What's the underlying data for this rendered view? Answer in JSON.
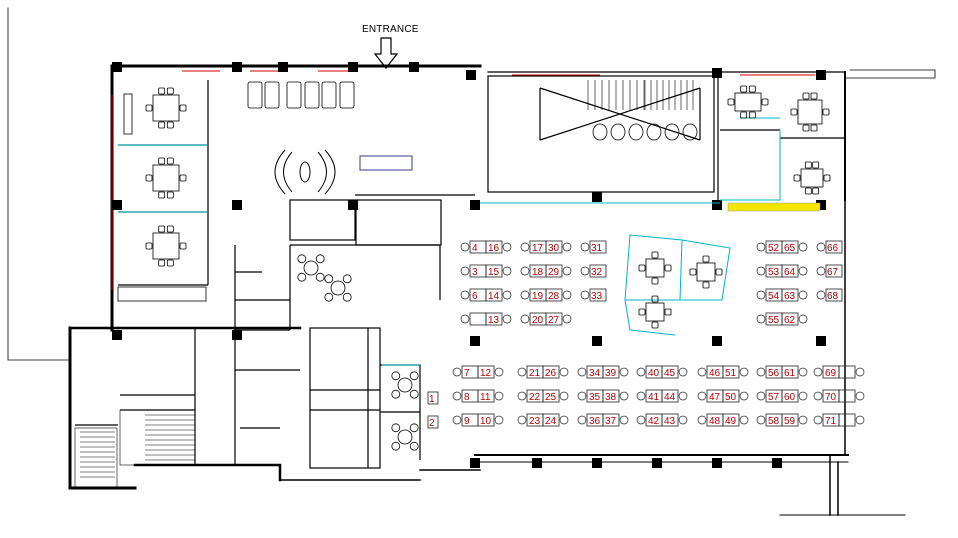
{
  "labels": {
    "entrance": "ENTRANCE"
  },
  "colors": {
    "wall": "#000000",
    "desk_number": "#c00000",
    "partition": "#00b4c8",
    "door_red": "#d00000",
    "threshold": "#f3e600",
    "line": "#222222"
  },
  "desk_groups": {
    "upper_left": [
      {
        "left": "4",
        "right": "16"
      },
      {
        "left": "3",
        "right": "15"
      },
      {
        "left": "6",
        "right": "14"
      },
      {
        "left": "",
        "right": "13"
      }
    ],
    "upper_mid": [
      {
        "left": "17",
        "right": "30"
      },
      {
        "left": "18",
        "right": "29"
      },
      {
        "left": "19",
        "right": "28"
      },
      {
        "left": "20",
        "right": "27"
      }
    ],
    "upper_single": [
      "31",
      "32",
      "33"
    ],
    "upper_right": [
      {
        "left": "52",
        "right": "65"
      },
      {
        "left": "53",
        "right": "64"
      },
      {
        "left": "54",
        "right": "63"
      },
      {
        "left": "55",
        "right": "62"
      }
    ],
    "upper_far_right": [
      "66",
      "67",
      "68"
    ],
    "lower": [
      {
        "left": "7",
        "right": "12",
        "rows": [
          "7|12",
          "8|11",
          "9|10"
        ]
      },
      {
        "left": "21",
        "right": "26",
        "rows": [
          "21|26",
          "22|25",
          "23|24"
        ]
      },
      {
        "left": "34",
        "right": "39",
        "rows": [
          "34|39",
          "35|38",
          "36|37"
        ]
      },
      {
        "left": "40",
        "right": "45",
        "rows": [
          "40|45",
          "41|44",
          "42|43"
        ]
      },
      {
        "left": "46",
        "right": "51",
        "rows": [
          "46|51",
          "47|50",
          "48|49"
        ]
      },
      {
        "left": "56",
        "right": "61",
        "rows": [
          "56|61",
          "57|60",
          "58|59"
        ]
      },
      {
        "left": "69",
        "right": "",
        "rows": [
          "69|",
          "70|",
          "71|"
        ]
      }
    ],
    "lower_single_left": [
      "1",
      "2"
    ]
  }
}
